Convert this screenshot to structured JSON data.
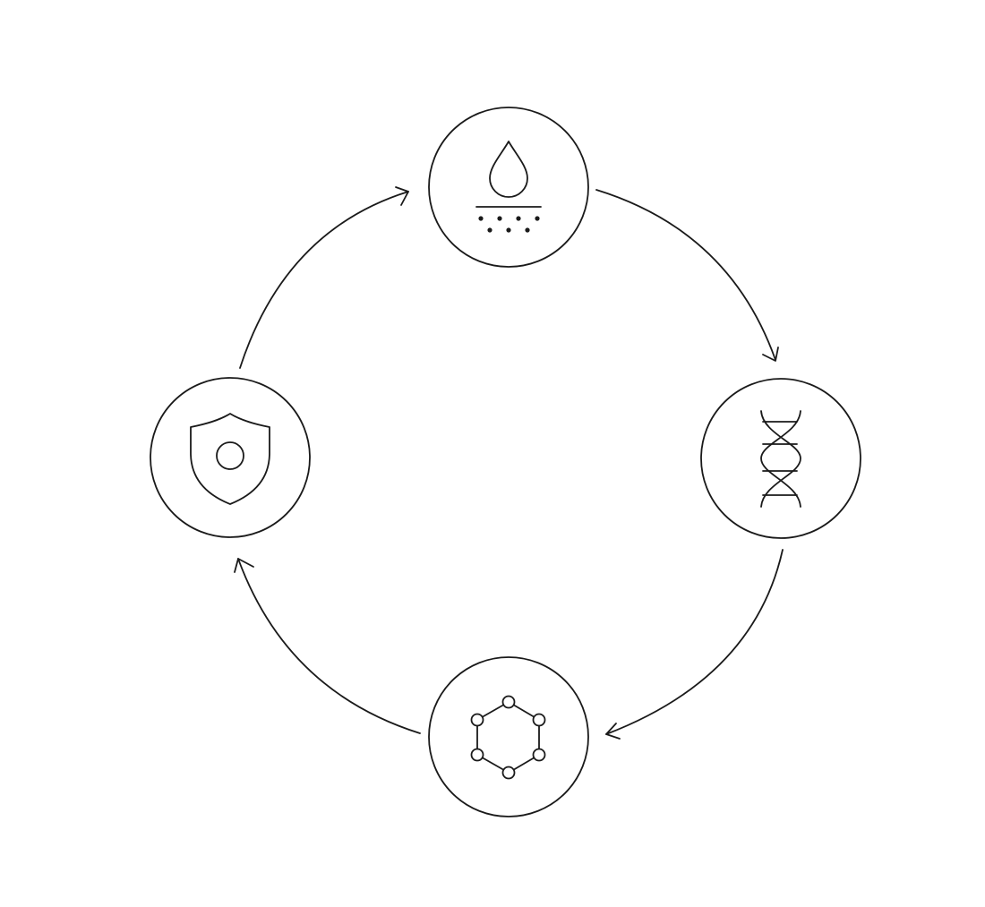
{
  "diagram": {
    "type": "cycle",
    "nodes": [
      {
        "id": "top",
        "icon": "water-drop-absorption-icon"
      },
      {
        "id": "right",
        "icon": "dna-icon"
      },
      {
        "id": "bottom",
        "icon": "hexagon-molecule-icon"
      },
      {
        "id": "left",
        "icon": "shield-icon"
      }
    ],
    "flow": [
      "top",
      "right",
      "bottom",
      "left",
      "top"
    ],
    "direction": "clockwise",
    "colors": {
      "line": "#1a1a1a",
      "background": "#ffffff"
    }
  }
}
